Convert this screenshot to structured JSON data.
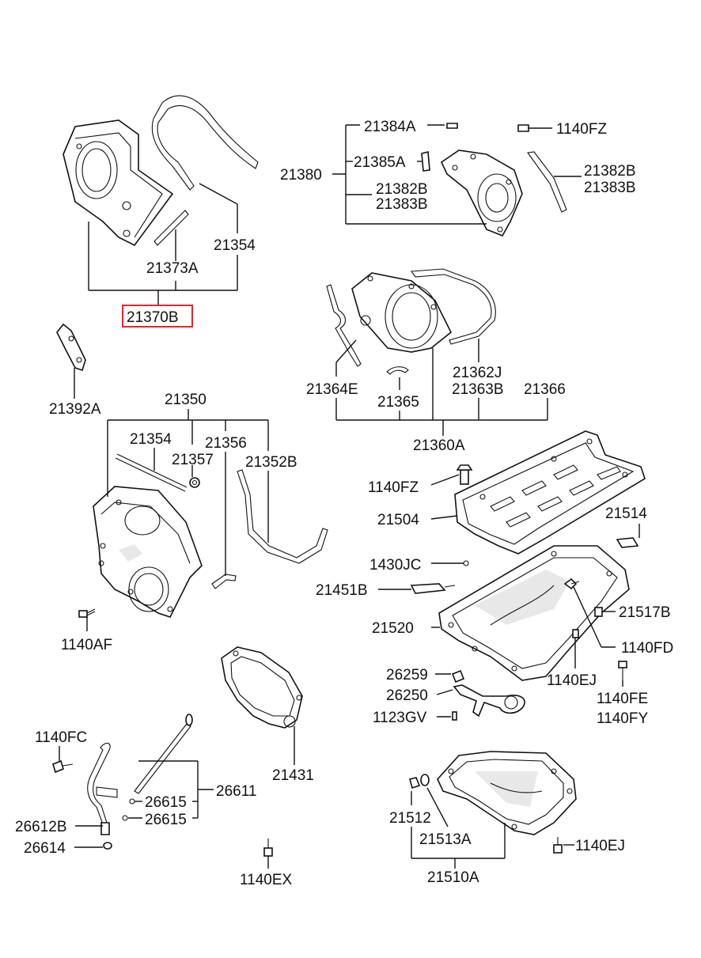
{
  "highlight_color": "#e0262b",
  "labels": {
    "p21384A": "21384A",
    "p1140FZ_top": "1140FZ",
    "p21380": "21380",
    "p21385A": "21385A",
    "p21382B_r": "21382B",
    "p21383B_r": "21383B",
    "p21382B_l": "21382B",
    "p21383B_l": "21383B",
    "p21354_top": "21354",
    "p21373A": "21373A",
    "p21370B": "21370B",
    "p21392A": "21392A",
    "p21364E": "21364E",
    "p21365": "21365",
    "p21362J": "21362J",
    "p21363B": "21363B",
    "p21366": "21366",
    "p21360A": "21360A",
    "p21350": "21350",
    "p21354_mid": "21354",
    "p21357": "21357",
    "p21356": "21356",
    "p21352B": "21352B",
    "p1140FZ_mid": "1140FZ",
    "p21504": "21504",
    "p21514": "21514",
    "p1430JC": "1430JC",
    "p21451B": "21451B",
    "p21517B": "21517B",
    "p21520": "21520",
    "p1140FD": "1140FD",
    "p1140AF": "1140AF",
    "p26259": "26259",
    "p1140EJ_mid": "1140EJ",
    "p26250": "26250",
    "p1140FE": "1140FE",
    "p1123GV": "1123GV",
    "p1140FY": "1140FY",
    "p1140FC": "1140FC",
    "p21431": "21431",
    "p26615_a": "26615",
    "p26611": "26611",
    "p26615_b": "26615",
    "p26612B": "26612B",
    "p26614": "26614",
    "p21512": "21512",
    "p21513A": "21513A",
    "p1140EJ_bot": "1140EJ",
    "p1140EX": "1140EX",
    "p21510A": "21510A"
  }
}
